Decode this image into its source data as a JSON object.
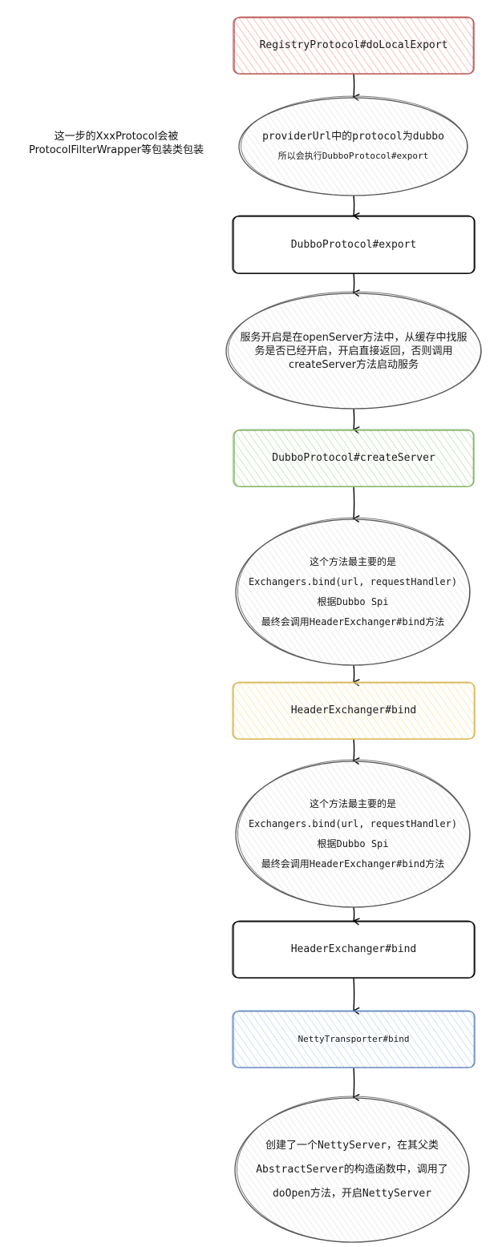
{
  "side_note": [
    "这一步的XxxProtocol会被",
    "ProtocolFilterWrapper等包装类包装"
  ],
  "nodes": [
    {
      "id": "registry-do-local-export",
      "shape": "rect",
      "style": "red",
      "lines": [
        "RegistryProtocol#doLocalExport"
      ]
    },
    {
      "id": "provider-url-note",
      "shape": "ellipse",
      "style": "gray",
      "lines": [
        "providerUrl中的protocol为dubbo",
        "所以会执行DubboProtocol#export"
      ]
    },
    {
      "id": "dubbo-export",
      "shape": "rect",
      "style": "plain",
      "lines": [
        "DubboProtocol#export"
      ]
    },
    {
      "id": "open-server-note",
      "shape": "ellipse",
      "style": "gray",
      "lines": [
        "服务开启是在openServer方法中，从缓存中找服",
        "务是否已经开启，开启直接返回，否则调用",
        "createServer方法启动服务"
      ]
    },
    {
      "id": "dubbo-create-server",
      "shape": "rect",
      "style": "green",
      "lines": [
        "DubboProtocol#createServer"
      ]
    },
    {
      "id": "exchangers-bind-note-1",
      "shape": "ellipse",
      "style": "gray",
      "lines": [
        "这个方法最主要的是",
        "Exchangers.bind(url, requestHandler)",
        "根据Dubbo Spi",
        "最终会调用HeaderExchanger#bind方法"
      ]
    },
    {
      "id": "header-exchanger-bind-1",
      "shape": "rect",
      "style": "yellow",
      "lines": [
        "HeaderExchanger#bind"
      ]
    },
    {
      "id": "exchangers-bind-note-2",
      "shape": "ellipse",
      "style": "gray",
      "lines": [
        "这个方法最主要的是",
        "Exchangers.bind(url, requestHandler)",
        "根据Dubbo Spi",
        "最终会调用HeaderExchanger#bind方法"
      ]
    },
    {
      "id": "header-exchanger-bind-2",
      "shape": "rect",
      "style": "plain",
      "lines": [
        "HeaderExchanger#bind"
      ]
    },
    {
      "id": "netty-transporter-bind",
      "shape": "rect",
      "style": "blue",
      "lines": [
        "NettyTransporter#bind"
      ]
    },
    {
      "id": "netty-server-note",
      "shape": "ellipse",
      "style": "gray",
      "lines": [
        "创建了一个NettyServer，在其父类",
        "AbstractServer的构造函数中，调用了",
        "doOpen方法，开启NettyServer"
      ]
    }
  ],
  "edges": [
    [
      "registry-do-local-export",
      "provider-url-note"
    ],
    [
      "provider-url-note",
      "dubbo-export"
    ],
    [
      "dubbo-export",
      "open-server-note"
    ],
    [
      "open-server-note",
      "dubbo-create-server"
    ],
    [
      "dubbo-create-server",
      "exchangers-bind-note-1"
    ],
    [
      "exchangers-bind-note-1",
      "header-exchanger-bind-1"
    ],
    [
      "header-exchanger-bind-1",
      "exchangers-bind-note-2"
    ],
    [
      "exchangers-bind-note-2",
      "header-exchanger-bind-2"
    ],
    [
      "header-exchanger-bind-2",
      "netty-transporter-bind"
    ],
    [
      "netty-transporter-bind",
      "netty-server-note"
    ]
  ],
  "styles": {
    "red": {
      "stroke": "#b85450",
      "fill": "#f8cecc"
    },
    "green": {
      "stroke": "#82b366",
      "fill": "#d5e8d4"
    },
    "yellow": {
      "stroke": "#d6b656",
      "fill": "#fff2cc"
    },
    "blue": {
      "stroke": "#6c8ebf",
      "fill": "#dae8fc"
    },
    "plain": {
      "stroke": "#000000",
      "fill": "none"
    },
    "gray": {
      "stroke": "#555555",
      "fill": "#dddddd"
    }
  }
}
